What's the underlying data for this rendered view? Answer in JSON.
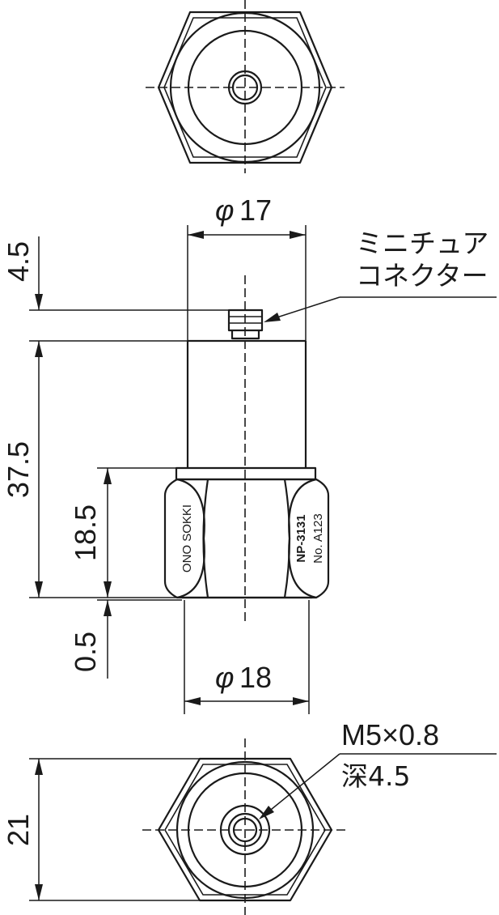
{
  "labels": {
    "dia_top": "17",
    "dia_bottom": "18",
    "phi": "φ",
    "dim_4_5": "4.5",
    "dim_37_5": "37.5",
    "dim_18_5": "18.5",
    "dim_0_5": "0.5",
    "dim_21": "21",
    "connector_line1": "ミニチュア",
    "connector_line2": "コネクター",
    "thread_line1": "M5×0.8",
    "thread_line2": "深4.5",
    "brand_text": "ONO SOKKI",
    "model_text": "NP-3131",
    "serial_text": "No. A123"
  },
  "colors": {
    "line": "#1a1a1a",
    "background": "#ffffff"
  }
}
